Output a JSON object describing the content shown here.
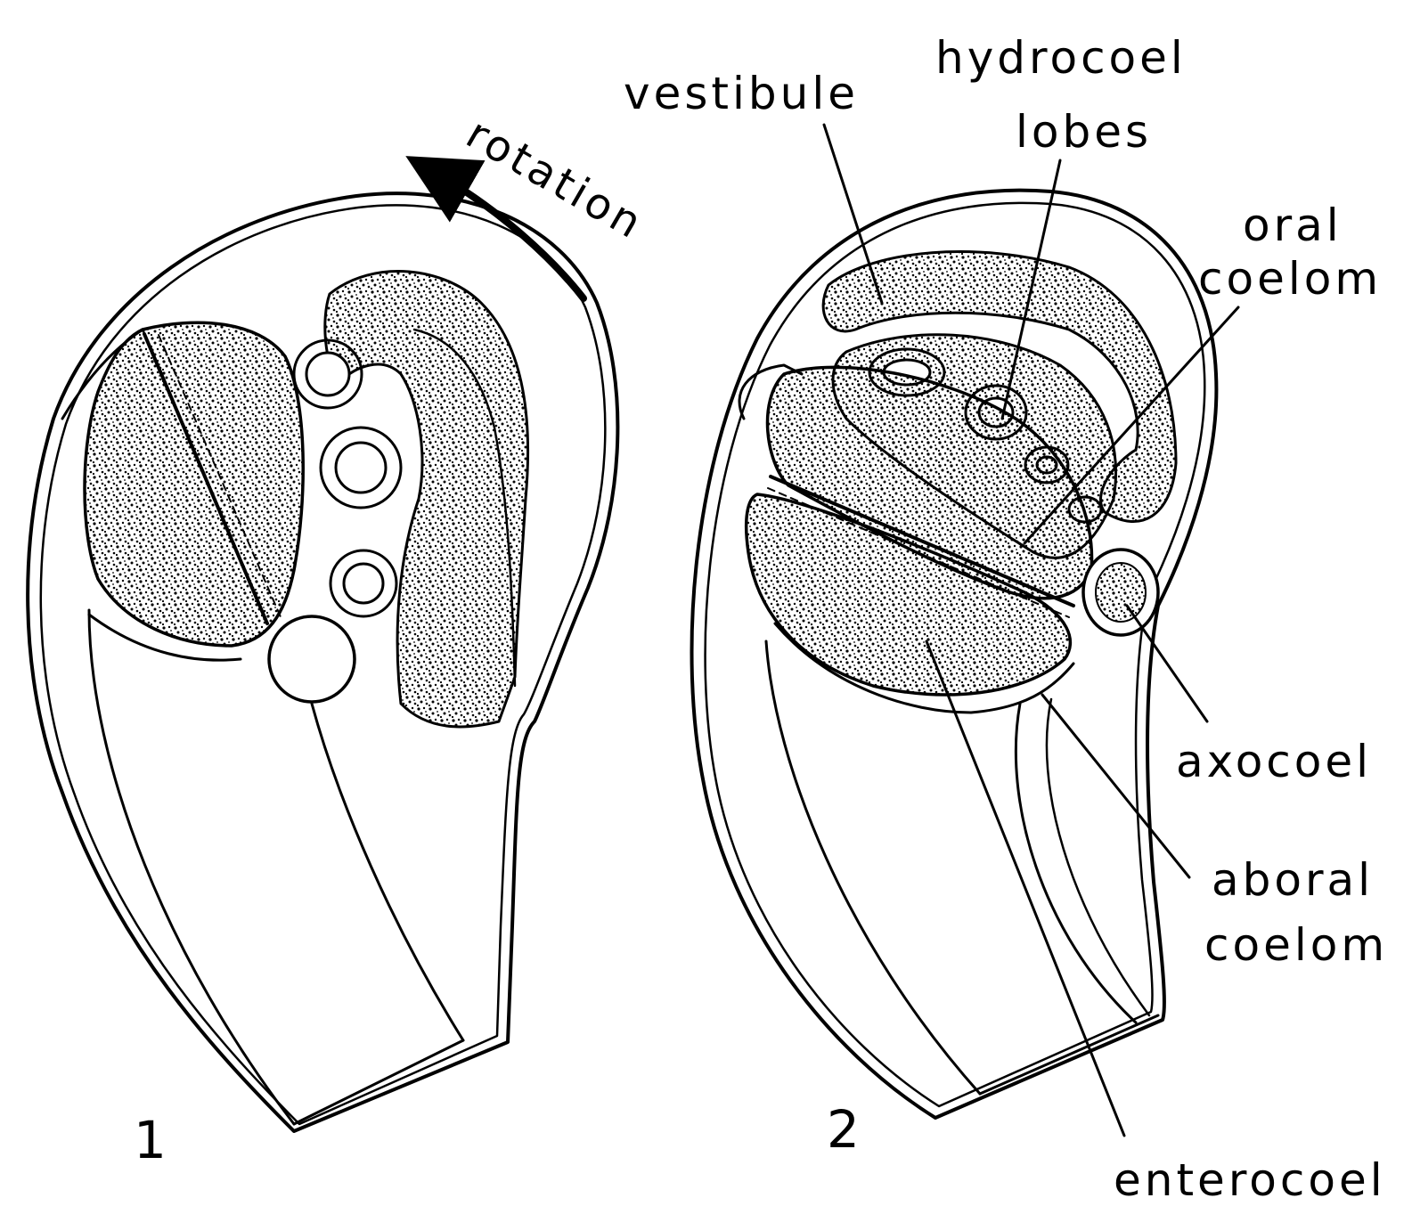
{
  "figure": {
    "panels": [
      {
        "number": "1",
        "arrow_label": "rotation"
      },
      {
        "number": "2"
      }
    ],
    "labels": {
      "vestibule": "vestibule",
      "hydrocoel_line1": "hydrocoel",
      "hydrocoel_line2": "lobes",
      "oral_line1": "oral",
      "oral_line2": "coelom",
      "axocoel": "axocoel",
      "aboral_line1": "aboral",
      "aboral_line2": "coelom",
      "enterocoel": "enterocoel"
    }
  }
}
